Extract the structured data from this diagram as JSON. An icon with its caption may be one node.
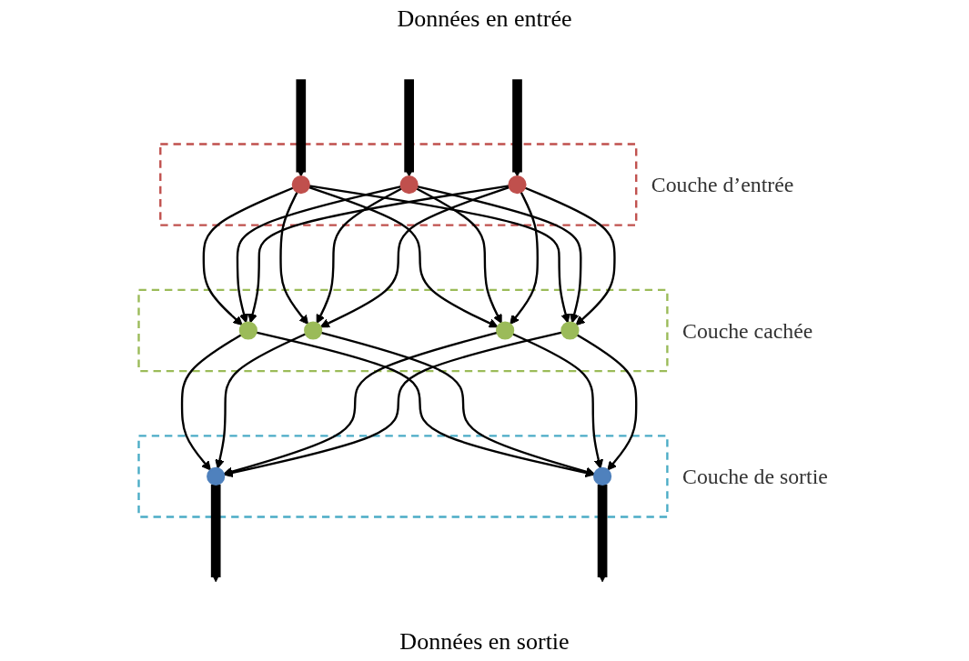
{
  "diagram": {
    "title": "Données en entrée",
    "caption": "Données en sortie",
    "nodes": [
      {
        "text": [
          "Couche d’entrée"
        ]
      },
      {
        "text": [],
        "shape": "circle",
        "in": 0
      },
      {
        "text": [],
        "shape": "circle",
        "in": 0
      },
      {
        "text": [],
        "shape": "circle",
        "in": 0
      },
      {
        "text": [
          "Couche cachée"
        ]
      },
      {
        "text": [],
        "shape": "circle",
        "in": 4
      },
      {
        "text": [],
        "shape": "circle",
        "in": 4
      },
      {
        "text": [],
        "shape": "circle",
        "in": 4
      },
      {
        "text": [],
        "shape": "circle",
        "in": 4
      },
      {
        "text": [
          "Couche de sortie"
        ]
      },
      {
        "text": [],
        "shape": "circle",
        "in": 9
      },
      {
        "text": [],
        "shape": "circle",
        "in": 9
      }
    ],
    "edges": [
      {
        "from": null,
        "to": 1,
        "arrow": "to",
        "style": "thick"
      },
      {
        "from": null,
        "to": 2,
        "arrow": "to",
        "style": "thick"
      },
      {
        "from": null,
        "to": 3,
        "arrow": "to",
        "style": "thick"
      },
      {
        "from": 1,
        "to": 5,
        "arrow": "to"
      },
      {
        "from": 1,
        "to": 6,
        "arrow": "to"
      },
      {
        "from": 1,
        "to": 7,
        "arrow": "to"
      },
      {
        "from": 1,
        "to": 8,
        "arrow": "to"
      },
      {
        "from": 2,
        "to": 5,
        "arrow": "to"
      },
      {
        "from": 2,
        "to": 6,
        "arrow": "to"
      },
      {
        "from": 2,
        "to": 7,
        "arrow": "to"
      },
      {
        "from": 2,
        "to": 8,
        "arrow": "to"
      },
      {
        "from": 3,
        "to": 5,
        "arrow": "to"
      },
      {
        "from": 3,
        "to": 6,
        "arrow": "to"
      },
      {
        "from": 3,
        "to": 7,
        "arrow": "to"
      },
      {
        "from": 3,
        "to": 8,
        "arrow": "to"
      },
      {
        "from": 5,
        "to": 10,
        "arrow": "to"
      },
      {
        "from": 5,
        "to": 11,
        "arrow": "to"
      },
      {
        "from": 6,
        "to": 10,
        "arrow": "to"
      },
      {
        "from": 6,
        "to": 11,
        "arrow": "to"
      },
      {
        "from": 7,
        "to": 10,
        "arrow": "to"
      },
      {
        "from": 7,
        "to": 11,
        "arrow": "to"
      },
      {
        "from": 8,
        "to": 10,
        "arrow": "to"
      },
      {
        "from": 8,
        "to": 11,
        "arrow": "to"
      },
      {
        "from": 10,
        "to": null,
        "arrow": "to",
        "style": "thick"
      },
      {
        "from": 11,
        "to": null,
        "arrow": "to",
        "style": "thick"
      }
    ]
  }
}
